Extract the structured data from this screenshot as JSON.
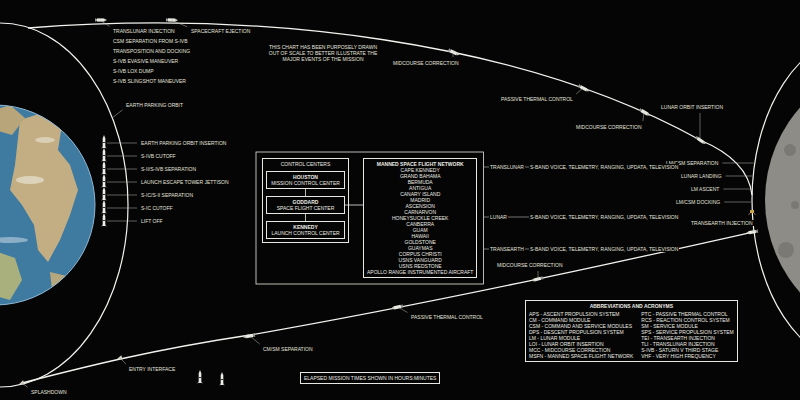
{
  "diagram": {
    "nodes": [
      {
        "text": [
          "CONTROL CENTERS"
        ]
      },
      {
        "text": [
          "HOUSTON",
          "MISSION CONTROL CENTER"
        ],
        "in": 0
      },
      {
        "text": [
          "GODDARD",
          "SPACE FLIGHT CENTER"
        ],
        "in": 0
      },
      {
        "text": [
          "KENNEDY",
          "LAUNCH CONTROL CENTER"
        ],
        "in": 0
      },
      {
        "text": [
          "MANNED SPACE FLIGHT NETWORK",
          "CAPE KENNEDY",
          "GRAND BAHAMA",
          "BERMUDA",
          "ANTIGUA",
          "CANARY ISLAND",
          "MADRID",
          "ASCENSION",
          "CARNARVON",
          "HONEYSUCKLE CREEK",
          "CANBERRA",
          "GUAM",
          "HAWAII",
          "GOLDSTONE",
          "GUAYMAS",
          "CORPUS CHRISTI",
          "USNS VANGUARD",
          "USNS REDSTONE",
          "APOLLO RANGE INSTRUMENTED AIRCRAFT"
        ]
      },
      {
        "text": [
          "ABBREVIATIONS AND ACRONYMS",
          "APS - ASCENT PROPULSION SYSTEM",
          "CM - COMMAND MODULE",
          "CSM - COMMAND AND SERVICE MODULES",
          "DPS - DESCENT PROPULSION SYSTEM",
          "LM - LUNAR MODULE",
          "LOI - LUNAR ORBIT INSERTION",
          "MCC - MIDCOURSE CORRECTION",
          "MSFN - MANNED SPACE FLIGHT NETWORK",
          "PTC - PASSIVE THERMAL CONTROL",
          "RCS - REACTION CONTROL SYSTEM",
          "SM - SERVICE MODULE",
          "SPS - SERVICE PROPULSION SYSTEM",
          "TEI - TRANSEARTH INJECTION",
          "TLI - TRANSLUNAR INJECTION",
          "S-IVB - SATURN V THIRD STAGE",
          "VHF - VERY HIGH FREQUENCY"
        ]
      },
      {
        "text": [
          "ELAPSED MISSION TIMES SHOWN IN HOURS:MINUTES"
        ]
      }
    ],
    "edges": [
      {
        "from": 1,
        "to": 2,
        "arrow": "none"
      },
      {
        "from": 2,
        "to": 3,
        "arrow": "none"
      },
      {
        "from": 2,
        "to": 4,
        "arrow": "none"
      }
    ],
    "labels": [
      "THIS CHART HAS BEEN PURPOSELY DRAWN OUT OF SCALE TO BETTER ILLUSTRATE THE MAJOR EVENTS OF THE MISSION",
      "TRANSLUNAR INJECTION",
      "CSM SEPARATION FROM S-IVB",
      "SPACECRAFT EJECTION",
      "TRANSPOSITION AND DOCKING",
      "S-IVB EVASIVE MANEUVER",
      "S-IVB LOX DUMP",
      "S-IVB SLINGSHOT MANEUVER",
      "EARTH PARKING ORBIT",
      "EARTH PARKING ORBIT INSERTION",
      "S-IVB CUTOFF",
      "S-II/S-IVB SEPARATION",
      "LAUNCH ESCAPE TOWER JETTISON",
      "S-IC/S-II SEPARATION",
      "S-IC CUTOFF",
      "LIFT OFF",
      "MIDCOURSE CORRECTION",
      "PASSIVE THERMAL CONTROL",
      "MIDCOURSE CORRECTION",
      "LUNAR ORBIT INSERTION",
      "LM/CSM SEPARATION",
      "LUNAR LANDING",
      "LM ASCENT",
      "LM/CSM DOCKING",
      "TRANSEARTH INJECTION",
      "TRANSLUNAR",
      "S-BAND VOICE, TELEMETRY, RANGING, UPDATA, TELEVISION",
      "LUNAR",
      "S-BAND VOICE, TELEMETRY, RANGING, UPDATA, TELEVISION",
      "TRANSEARTH",
      "S-BAND VOICE, TELEMETRY, RANGING, UPDATA, TELEVISION",
      "MIDCOURSE CORRECTION",
      "PASSIVE THERMAL CONTROL",
      "CM/SM SEPARATION",
      "ENTRY INTERFACE",
      "SPLASHDOWN"
    ]
  }
}
